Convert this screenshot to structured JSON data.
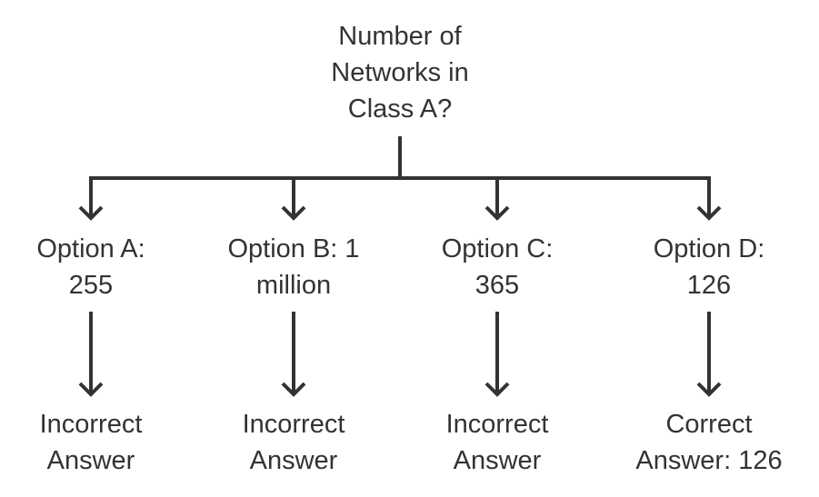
{
  "question": {
    "lines": [
      "Number of",
      "Networks in",
      "Class A?"
    ]
  },
  "options": [
    {
      "lines": [
        "Option A:",
        "255"
      ]
    },
    {
      "lines": [
        "Option B: 1",
        "million"
      ]
    },
    {
      "lines": [
        "Option C:",
        "365"
      ]
    },
    {
      "lines": [
        "Option D:",
        "126"
      ]
    }
  ],
  "results": [
    {
      "lines": [
        "Incorrect",
        "Answer"
      ]
    },
    {
      "lines": [
        "Incorrect",
        "Answer"
      ]
    },
    {
      "lines": [
        "Incorrect",
        "Answer"
      ]
    },
    {
      "lines": [
        "Correct",
        "Answer: 126"
      ]
    }
  ],
  "colors": {
    "line": "#333333",
    "text": "#333333",
    "background": "#ffffff"
  }
}
